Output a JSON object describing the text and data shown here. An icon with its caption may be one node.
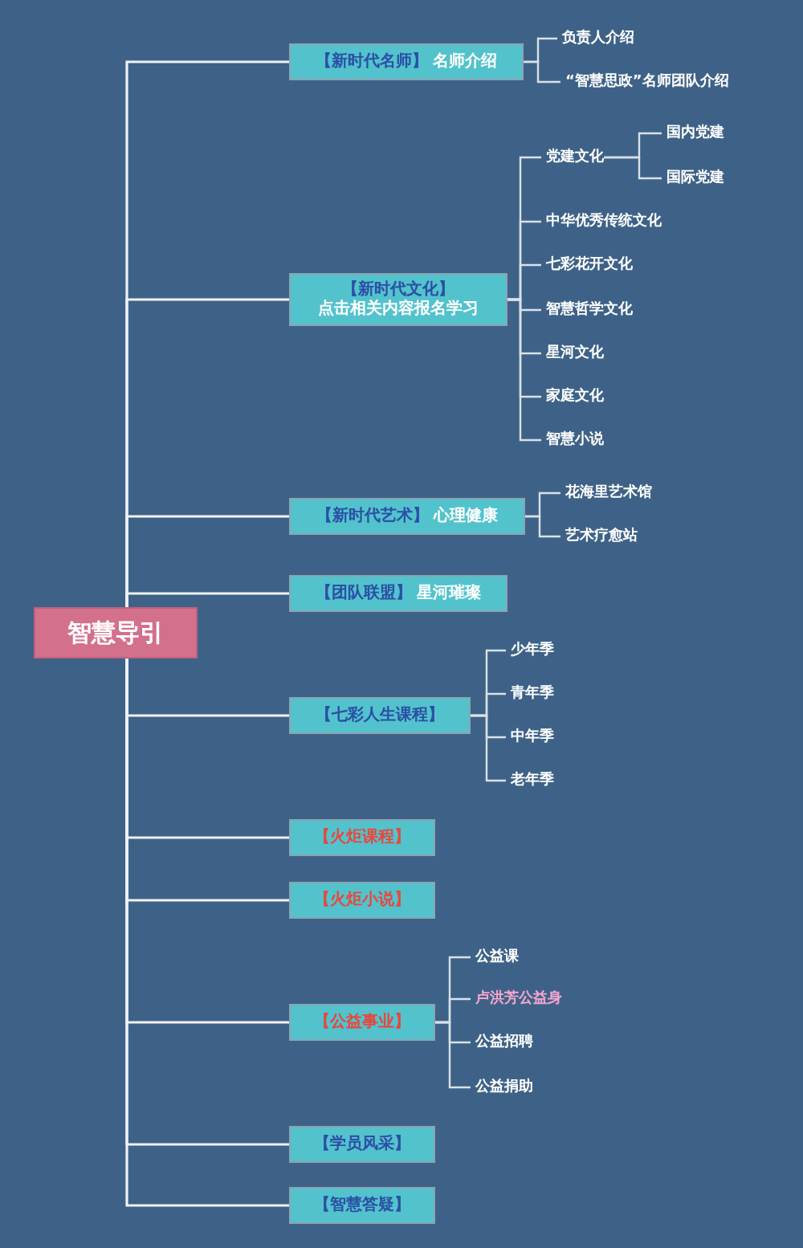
{
  "diagram": {
    "nodes": [
      {
        "text": [
          "智慧导引"
        ]
      },
      {
        "text": [
          "【新时代名师】",
          "名师介绍"
        ]
      },
      {
        "text": [
          "负责人介绍"
        ]
      },
      {
        "text": [
          "“智慧思政”名师团队介绍"
        ]
      },
      {
        "text": [
          "【新时代文化】",
          "点击相关内容报名学习"
        ]
      },
      {
        "text": [
          "党建文化"
        ]
      },
      {
        "text": [
          "国内党建"
        ]
      },
      {
        "text": [
          "国际党建"
        ]
      },
      {
        "text": [
          "中华优秀传统文化"
        ]
      },
      {
        "text": [
          "七彩花开文化"
        ]
      },
      {
        "text": [
          "智慧哲学文化"
        ]
      },
      {
        "text": [
          "星河文化"
        ]
      },
      {
        "text": [
          "家庭文化"
        ]
      },
      {
        "text": [
          "智慧小说"
        ]
      },
      {
        "text": [
          "【新时代艺术】",
          "心理健康"
        ]
      },
      {
        "text": [
          "花海里艺术馆"
        ]
      },
      {
        "text": [
          "艺术疗愈站"
        ]
      },
      {
        "text": [
          "【团队联盟】",
          "星河璀璨"
        ]
      },
      {
        "text": [
          "【七彩人生课程】"
        ]
      },
      {
        "text": [
          "少年季"
        ]
      },
      {
        "text": [
          "青年季"
        ]
      },
      {
        "text": [
          "中年季"
        ]
      },
      {
        "text": [
          "老年季"
        ]
      },
      {
        "text": [
          "【火炬课程】"
        ]
      },
      {
        "text": [
          "【火炬小说】"
        ]
      },
      {
        "text": [
          "【公益事业】"
        ]
      },
      {
        "text": [
          "公益课"
        ]
      },
      {
        "text": [
          "卢洪芳公益身"
        ]
      },
      {
        "text": [
          "公益招聘"
        ]
      },
      {
        "text": [
          "公益捐助"
        ]
      },
      {
        "text": [
          "【学员风采】"
        ]
      },
      {
        "text": [
          "【智慧答疑】"
        ]
      }
    ],
    "edges": [
      {
        "from": 0,
        "to": 1,
        "arrow": "none"
      },
      {
        "from": 0,
        "to": 4,
        "arrow": "none"
      },
      {
        "from": 0,
        "to": 14,
        "arrow": "none"
      },
      {
        "from": 0,
        "to": 17,
        "arrow": "none"
      },
      {
        "from": 0,
        "to": 18,
        "arrow": "none"
      },
      {
        "from": 0,
        "to": 23,
        "arrow": "none"
      },
      {
        "from": 0,
        "to": 24,
        "arrow": "none"
      },
      {
        "from": 0,
        "to": 25,
        "arrow": "none"
      },
      {
        "from": 0,
        "to": 30,
        "arrow": "none"
      },
      {
        "from": 0,
        "to": 31,
        "arrow": "none"
      },
      {
        "from": 1,
        "to": 2,
        "arrow": "none"
      },
      {
        "from": 1,
        "to": 3,
        "arrow": "none"
      },
      {
        "from": 4,
        "to": 5,
        "arrow": "none"
      },
      {
        "from": 5,
        "to": 6,
        "arrow": "none"
      },
      {
        "from": 5,
        "to": 7,
        "arrow": "none"
      },
      {
        "from": 4,
        "to": 8,
        "arrow": "none"
      },
      {
        "from": 4,
        "to": 9,
        "arrow": "none"
      },
      {
        "from": 4,
        "to": 10,
        "arrow": "none"
      },
      {
        "from": 4,
        "to": 11,
        "arrow": "none"
      },
      {
        "from": 4,
        "to": 12,
        "arrow": "none"
      },
      {
        "from": 4,
        "to": 13,
        "arrow": "none"
      },
      {
        "from": 14,
        "to": 15,
        "arrow": "none"
      },
      {
        "from": 14,
        "to": 16,
        "arrow": "none"
      },
      {
        "from": 18,
        "to": 19,
        "arrow": "none"
      },
      {
        "from": 18,
        "to": 20,
        "arrow": "none"
      },
      {
        "from": 18,
        "to": 21,
        "arrow": "none"
      },
      {
        "from": 18,
        "to": 22,
        "arrow": "none"
      },
      {
        "from": 25,
        "to": 26,
        "arrow": "none"
      },
      {
        "from": 25,
        "to": 27,
        "arrow": "none"
      },
      {
        "from": 25,
        "to": 28,
        "arrow": "none"
      },
      {
        "from": 25,
        "to": 29,
        "arrow": "none"
      }
    ]
  }
}
